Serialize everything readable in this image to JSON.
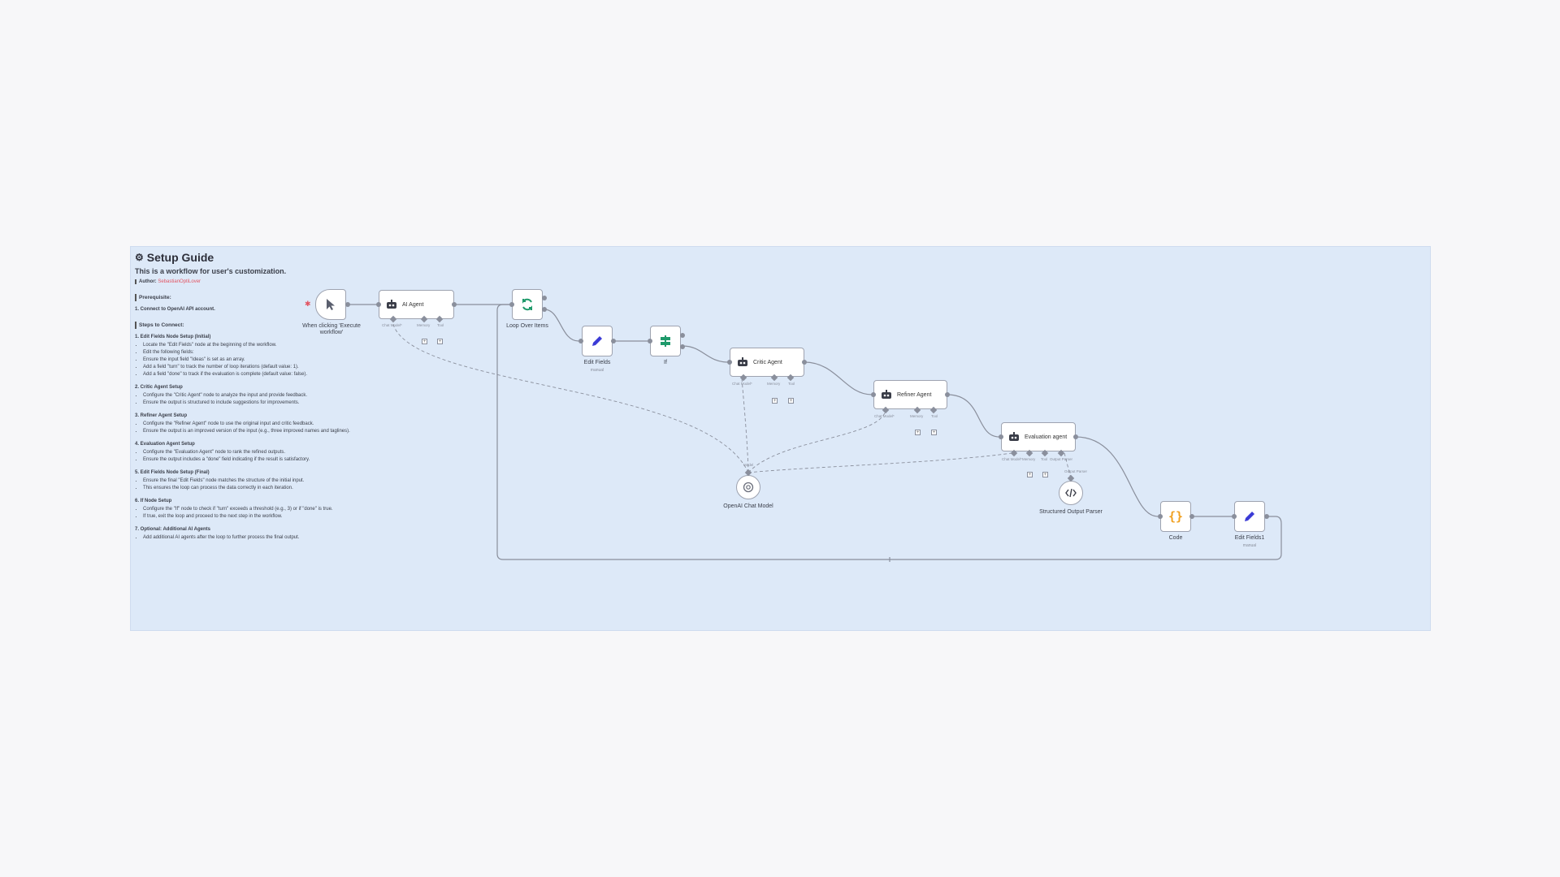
{
  "guide": {
    "title": "Setup Guide",
    "intro": "This is a workflow for user's customization.",
    "author_label": "Author:",
    "author_name": "SebastianOptiLover",
    "prereq_heading": "Prerequisite:",
    "prereq_item": "1. Connect to OpenAI API account.",
    "steps_heading": "Steps to Connect:",
    "steps": [
      {
        "title": "1. Edit Fields Node Setup (Initial)",
        "items": [
          "Locate the \"Edit Fields\" node at the beginning of the workflow.",
          "Edit the following fields:",
          "Ensure the input field \"Ideas\" is set as an array.",
          "Add a field \"turn\" to track the number of loop iterations (default value: 1).",
          "Add a field \"done\" to track if the evaluation is complete (default value: false)."
        ]
      },
      {
        "title": "2. Critic Agent Setup",
        "items": [
          "Configure the \"Critic Agent\" node to analyze the input and provide feedback.",
          "Ensure the output is structured to include suggestions for improvements."
        ]
      },
      {
        "title": "3. Refiner Agent Setup",
        "items": [
          "Configure the \"Refiner Agent\" node to use the original input and critic feedback.",
          "Ensure the output is an improved version of the input (e.g., three improved names and taglines)."
        ]
      },
      {
        "title": "4. Evaluation Agent Setup",
        "items": [
          "Configure the \"Evaluation Agent\" node to rank the refined outputs.",
          "Ensure the output includes a \"done\" field indicating if the result is satisfactory."
        ]
      },
      {
        "title": "5. Edit Fields Node Setup (Final)",
        "items": [
          "Ensure the final \"Edit Fields\" node matches the structure of the initial input.",
          "This ensures the loop can process the data correctly in each iteration."
        ]
      },
      {
        "title": "6. If Node Setup",
        "items": [
          "Configure the \"If\" node to check if \"turn\" exceeds a threshold (e.g., 3) or if \"done\" is true.",
          "If true, exit the loop and proceed to the next step in the workflow."
        ]
      },
      {
        "title": "7. Optional: Additional AI Agents",
        "items": [
          "Add additional AI agents after the loop to further process the final output."
        ]
      }
    ]
  },
  "nodes": {
    "trigger": {
      "label": "When clicking 'Execute workflow'",
      "icon": "cursor-icon"
    },
    "ai_agent": {
      "label": "AI Agent",
      "icon": "robot-icon"
    },
    "loop": {
      "label": "Loop Over Items",
      "icon": "refresh-icon"
    },
    "edit_fields": {
      "label": "Edit Fields",
      "sub": "manual",
      "icon": "pencil-icon"
    },
    "if": {
      "label": "If",
      "icon": "signpost-icon"
    },
    "critic": {
      "label": "Critic Agent",
      "icon": "robot-icon"
    },
    "refiner": {
      "label": "Refiner Agent",
      "icon": "robot-icon"
    },
    "evaluation": {
      "label": "Evaluation agent",
      "icon": "robot-icon"
    },
    "openai": {
      "label": "OpenAI Chat Model",
      "icon": "openai-icon"
    },
    "parser": {
      "label": "Structured Output Parser",
      "icon": "code-icon"
    },
    "code": {
      "label": "Code",
      "icon": "braces-icon"
    },
    "edit_fields1": {
      "label": "Edit Fields1",
      "sub": "manual",
      "icon": "pencil-icon"
    }
  },
  "sub_ports": {
    "chat_model": "Chat Model*",
    "memory": "Memory",
    "tool": "Tool",
    "output_parser": "Output Parser",
    "model": "Model"
  },
  "colors": {
    "sticky_bg": "#dde9f8",
    "accent_pink": "#e25563",
    "loop_green": "#1f9a6b",
    "pencil_blue": "#3b3bd6",
    "code_orange": "#f0a020"
  }
}
